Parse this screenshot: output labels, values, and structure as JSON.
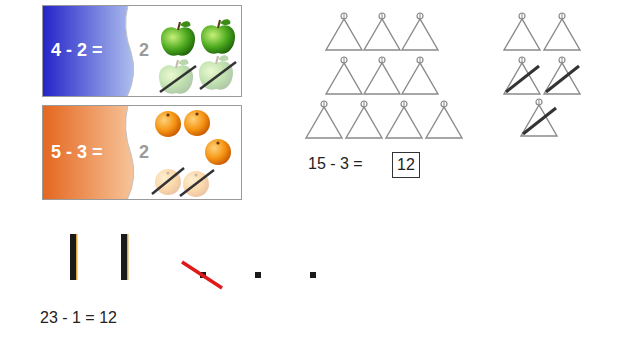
{
  "diagram": {
    "nodes": [
      {
        "text": [
          "4 - 2 =",
          "2"
        ]
      },
      {
        "text": [
          "5 - 3 =",
          "2"
        ]
      },
      {
        "text": [
          "12"
        ]
      }
    ],
    "labels": [
      "15 - 3 =",
      "23 - 1 = 12"
    ]
  }
}
